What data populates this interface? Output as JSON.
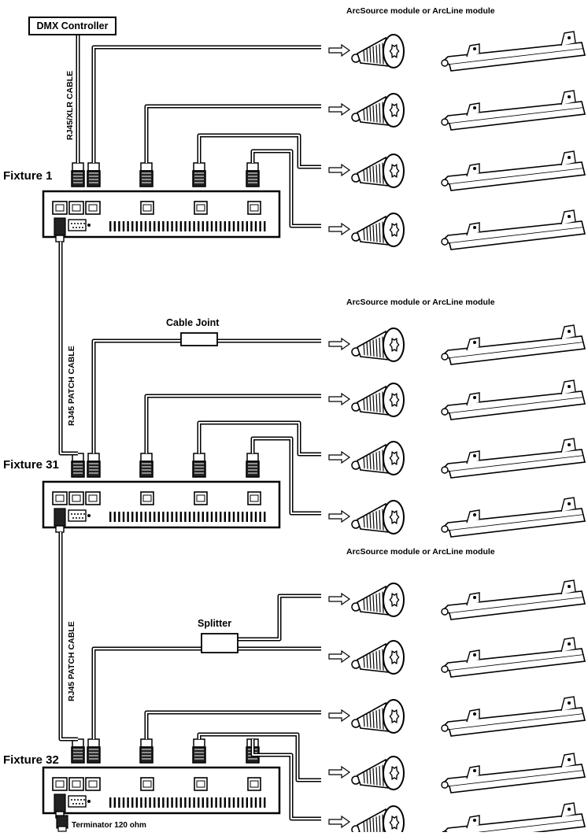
{
  "dmx_controller": "DMX Controller",
  "cables": {
    "rj45_xlr": "RJ45/XLR CABLE",
    "rj45_patch_1": "RJ45 PATCH CABLE",
    "rj45_patch_2": "RJ45 PATCH CABLE"
  },
  "fixtures": [
    {
      "label": "Fixture 1"
    },
    {
      "label": "Fixture 31"
    },
    {
      "label": "Fixture 32"
    }
  ],
  "module_headers": [
    "ArcSource module or ArcLine module",
    "ArcSource module or ArcLine module",
    "ArcSource module or ArcLine module"
  ],
  "cable_joint": "Cable Joint",
  "splitter": "Splitter",
  "terminator": "Terminator 120 ohm",
  "icons": [
    "arcsource-module-icon",
    "arcline-module-icon",
    "arrow-right-icon",
    "rj45-plug-icon"
  ],
  "colors": {
    "line": "#000000",
    "background": "#ffffff",
    "fill_dark": "#222222"
  }
}
